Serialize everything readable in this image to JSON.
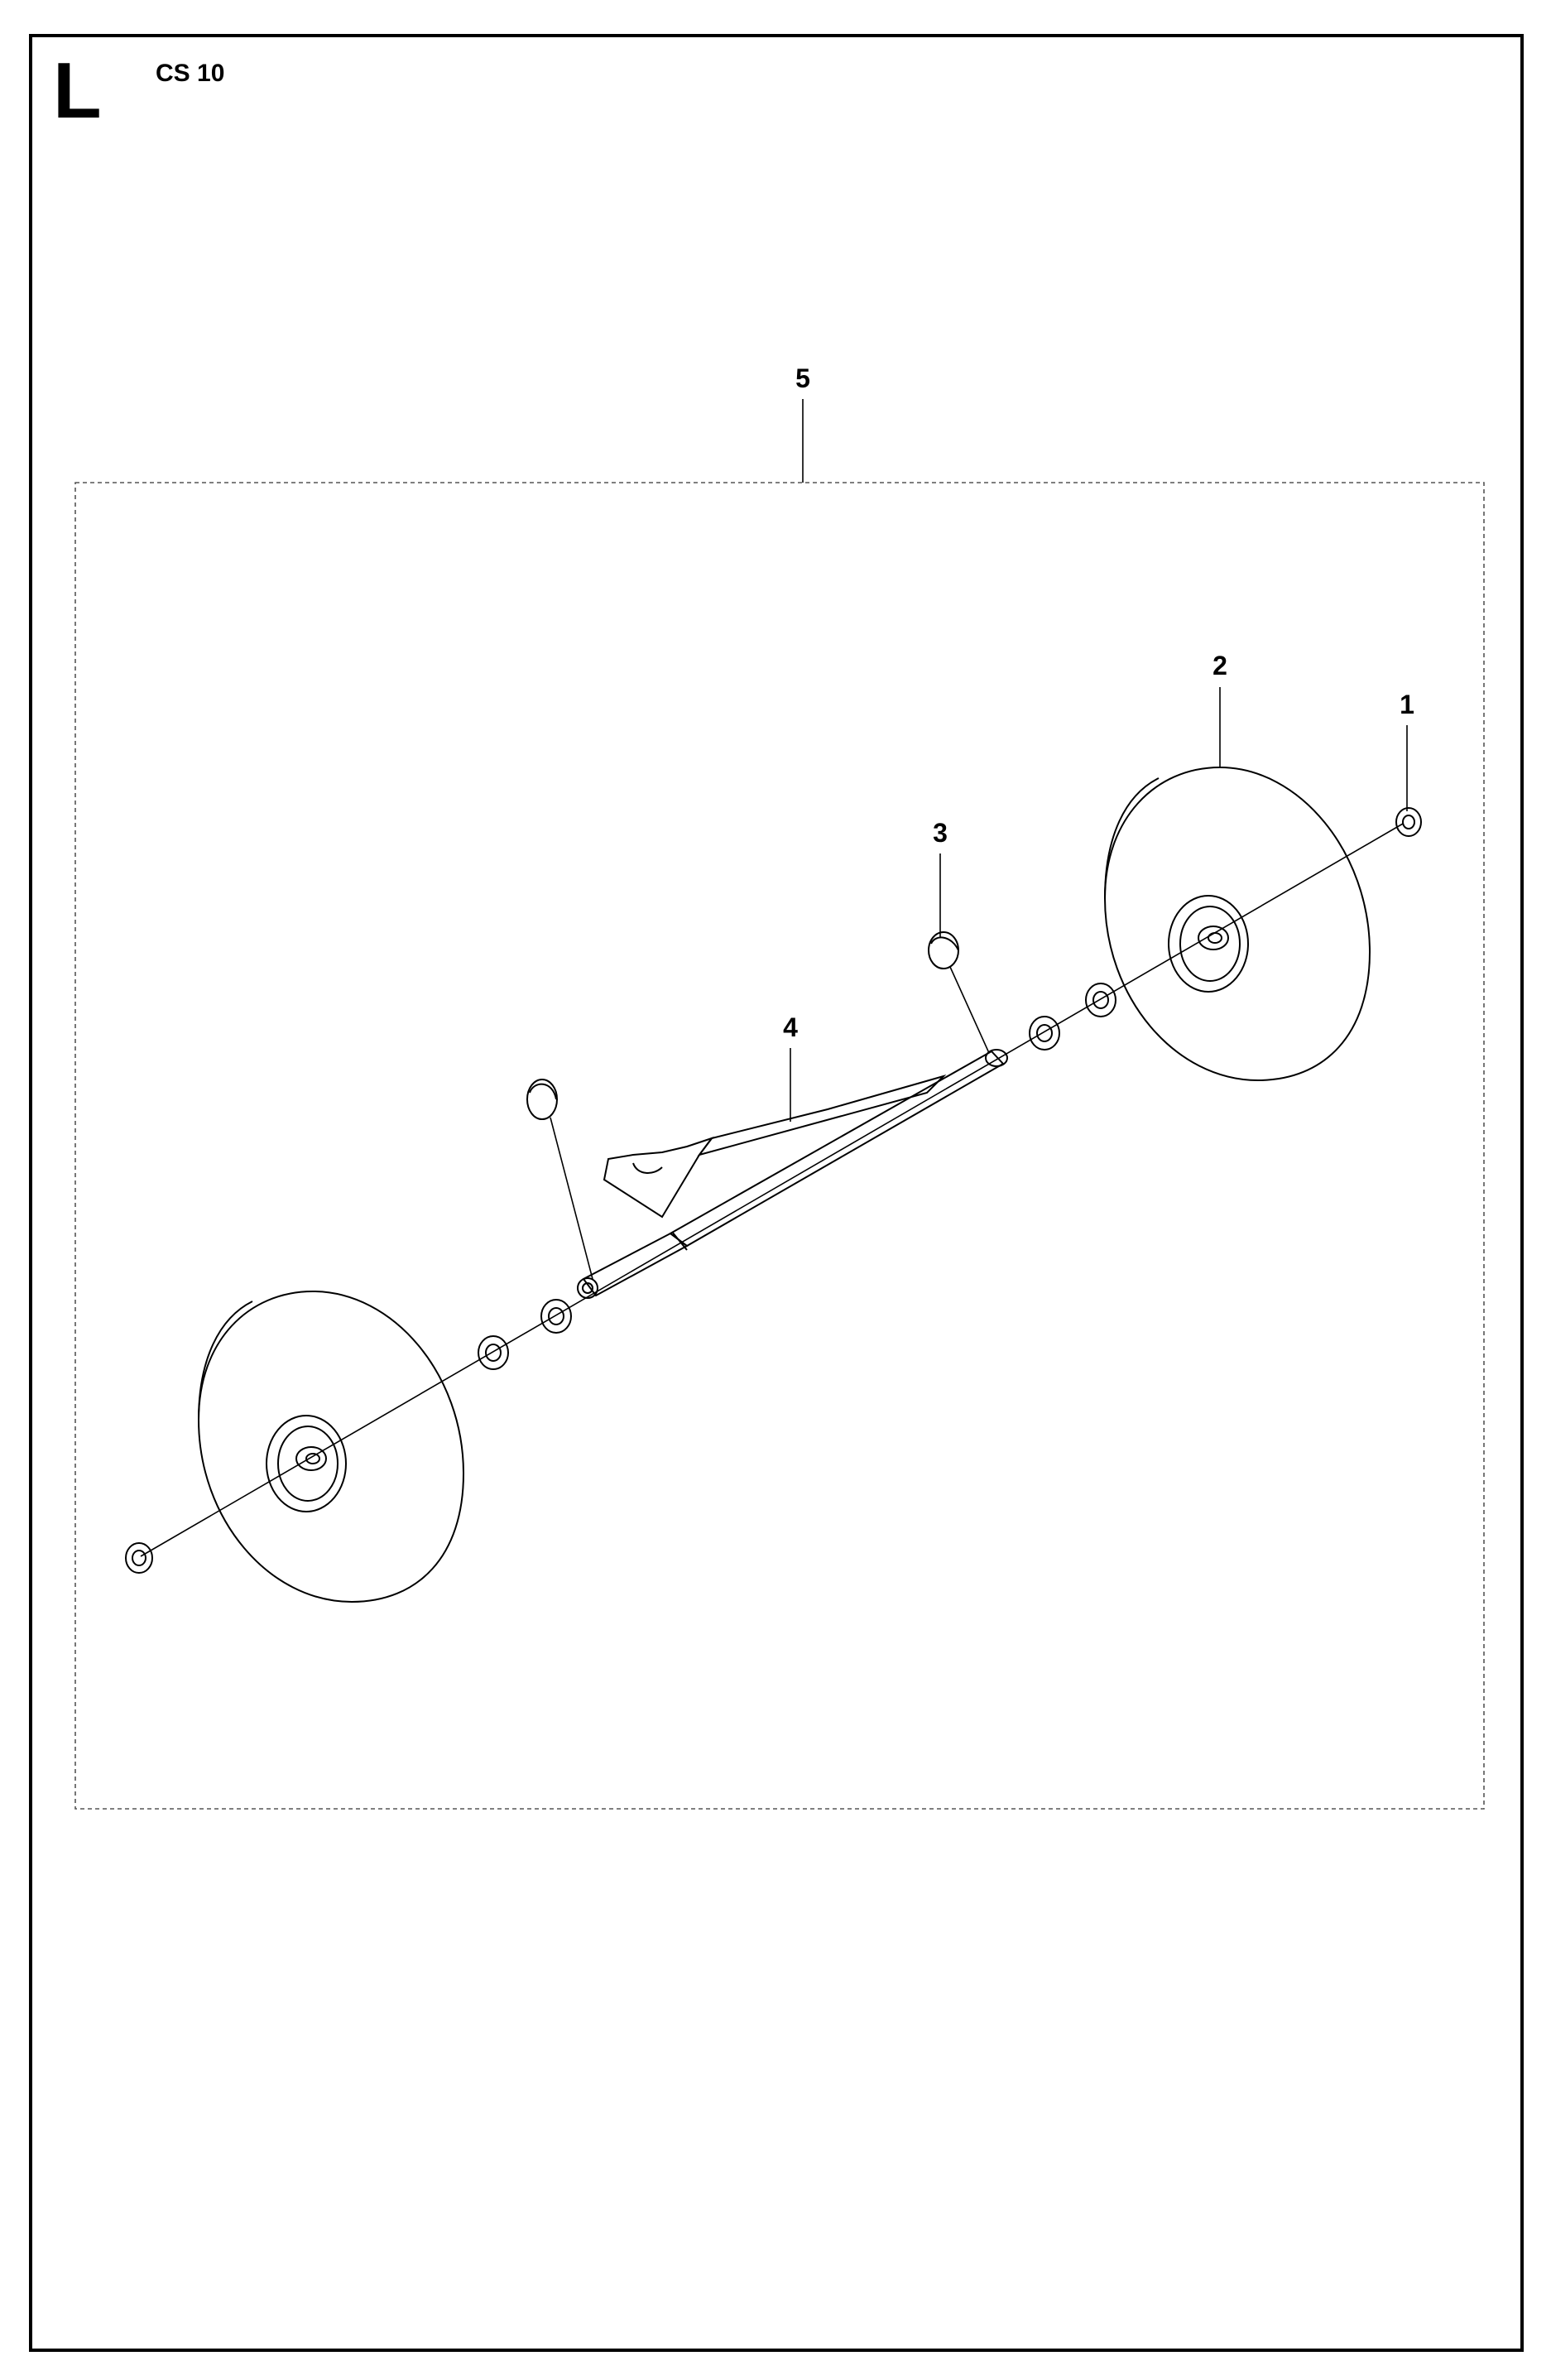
{
  "header": {
    "section_letter": "L",
    "model": "CS 10"
  },
  "diagram": {
    "callouts": [
      "1",
      "2",
      "3",
      "4",
      "5"
    ]
  }
}
